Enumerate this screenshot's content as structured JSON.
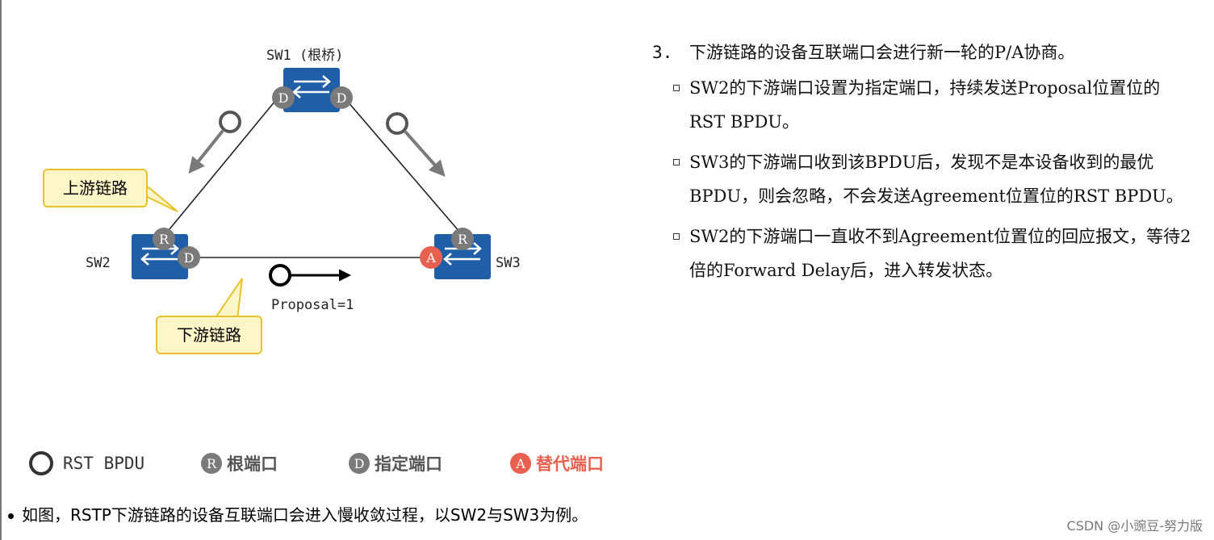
{
  "diagram": {
    "sw1_label": "SW1 (根桥)",
    "sw2_label": "SW2",
    "sw3_label": "SW3",
    "proposal_label": "Proposal=1",
    "upstream_callout": "上游链路",
    "downstream_callout": "下游链路",
    "port_letters": {
      "root": "R",
      "designated": "D",
      "alternate": "A"
    },
    "colors": {
      "switch": "#1f5fa8",
      "port_gray": "#7a7a7a",
      "port_alt": "#e8604f",
      "callout_bg": "#fff6c8",
      "callout_border": "#e8c22a"
    }
  },
  "steps": {
    "head_num": "3.",
    "head_text": "下游链路的设备互联端口会进行新一轮的P/A协商。",
    "items": [
      "SW2的下游端口设置为指定端口，持续发送Proposal位置位的RST BPDU。",
      "SW3的下游端口收到该BPDU后，发现不是本设备收到的最优BPDU，则会忽略，不会发送Agreement位置位的RST BPDU。",
      "SW2的下游端口一直收不到Agreement位置位的回应报文，等待2倍的Forward Delay后，进入转发状态。"
    ]
  },
  "legend": {
    "bpdu_label": "RST BPDU",
    "root_letter": "R",
    "root_label": "根端口",
    "designated_letter": "D",
    "designated_label": "指定端口",
    "alternate_letter": "A",
    "alternate_label": "替代端口"
  },
  "note": "如图，RSTP下游链路的设备互联端口会进入慢收敛过程，以SW2与SW3为例。",
  "watermark": "CSDN @小豌豆-努力版"
}
